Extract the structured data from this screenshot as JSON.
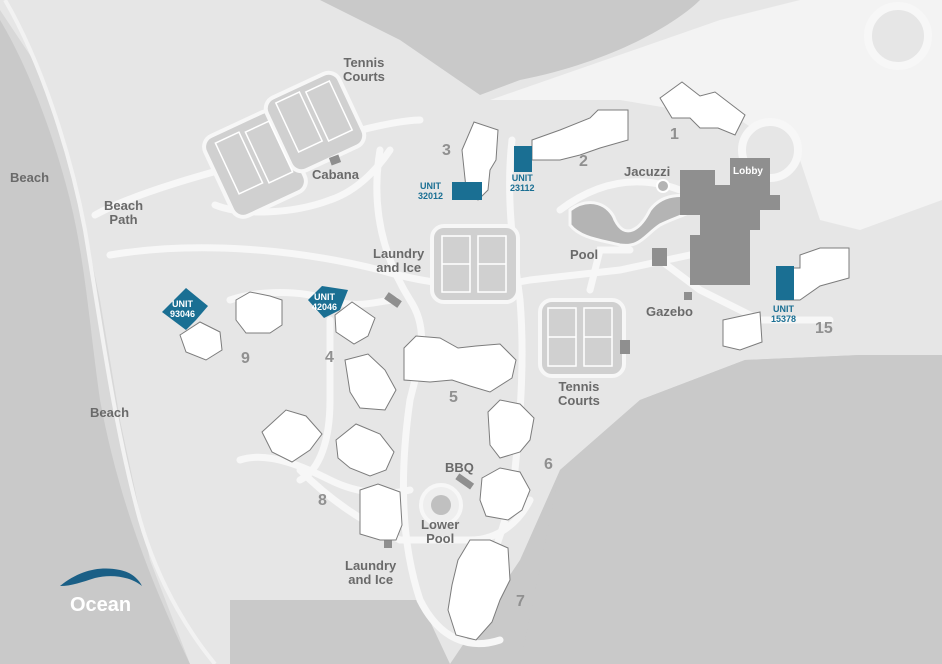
{
  "map": {
    "colors": {
      "ocean": "#c9c9c9",
      "land": "#e6e6e6",
      "path": "#f5f5f5",
      "building": "#ffffff",
      "outline": "#8a8a8a",
      "amenity": "#888888",
      "highlight_unit": "#1a6f93",
      "wave": "#1a5f86"
    },
    "areas": {
      "beach_top": "Beach",
      "beach_path": "Beach\nPath",
      "beach_bottom": "Beach",
      "tennis_courts_top": "Tennis\nCourts",
      "cabana": "Cabana",
      "laundry_top": "Laundry\nand Ice",
      "jacuzzi": "Jacuzzi",
      "lobby": "Lobby",
      "pool": "Pool",
      "gazebo": "Gazebo",
      "tennis_courts_mid": "Tennis\nCourts",
      "bbq": "BBQ",
      "lower_pool": "Lower\nPool",
      "laundry_bottom": "Laundry\nand Ice",
      "ocean": "Ocean"
    },
    "building_numbers": {
      "b1": "1",
      "b2": "2",
      "b3": "3",
      "b4": "4",
      "b5": "5",
      "b6": "6",
      "b7": "7",
      "b8": "8",
      "b9": "9",
      "b15": "15"
    },
    "units": {
      "u32012": "UNIT\n32012",
      "u23112": "UNIT\n23112",
      "u93046": "UNIT\n93046",
      "u42046": "UNIT\n42046",
      "u15378": "UNIT\n15378"
    }
  }
}
